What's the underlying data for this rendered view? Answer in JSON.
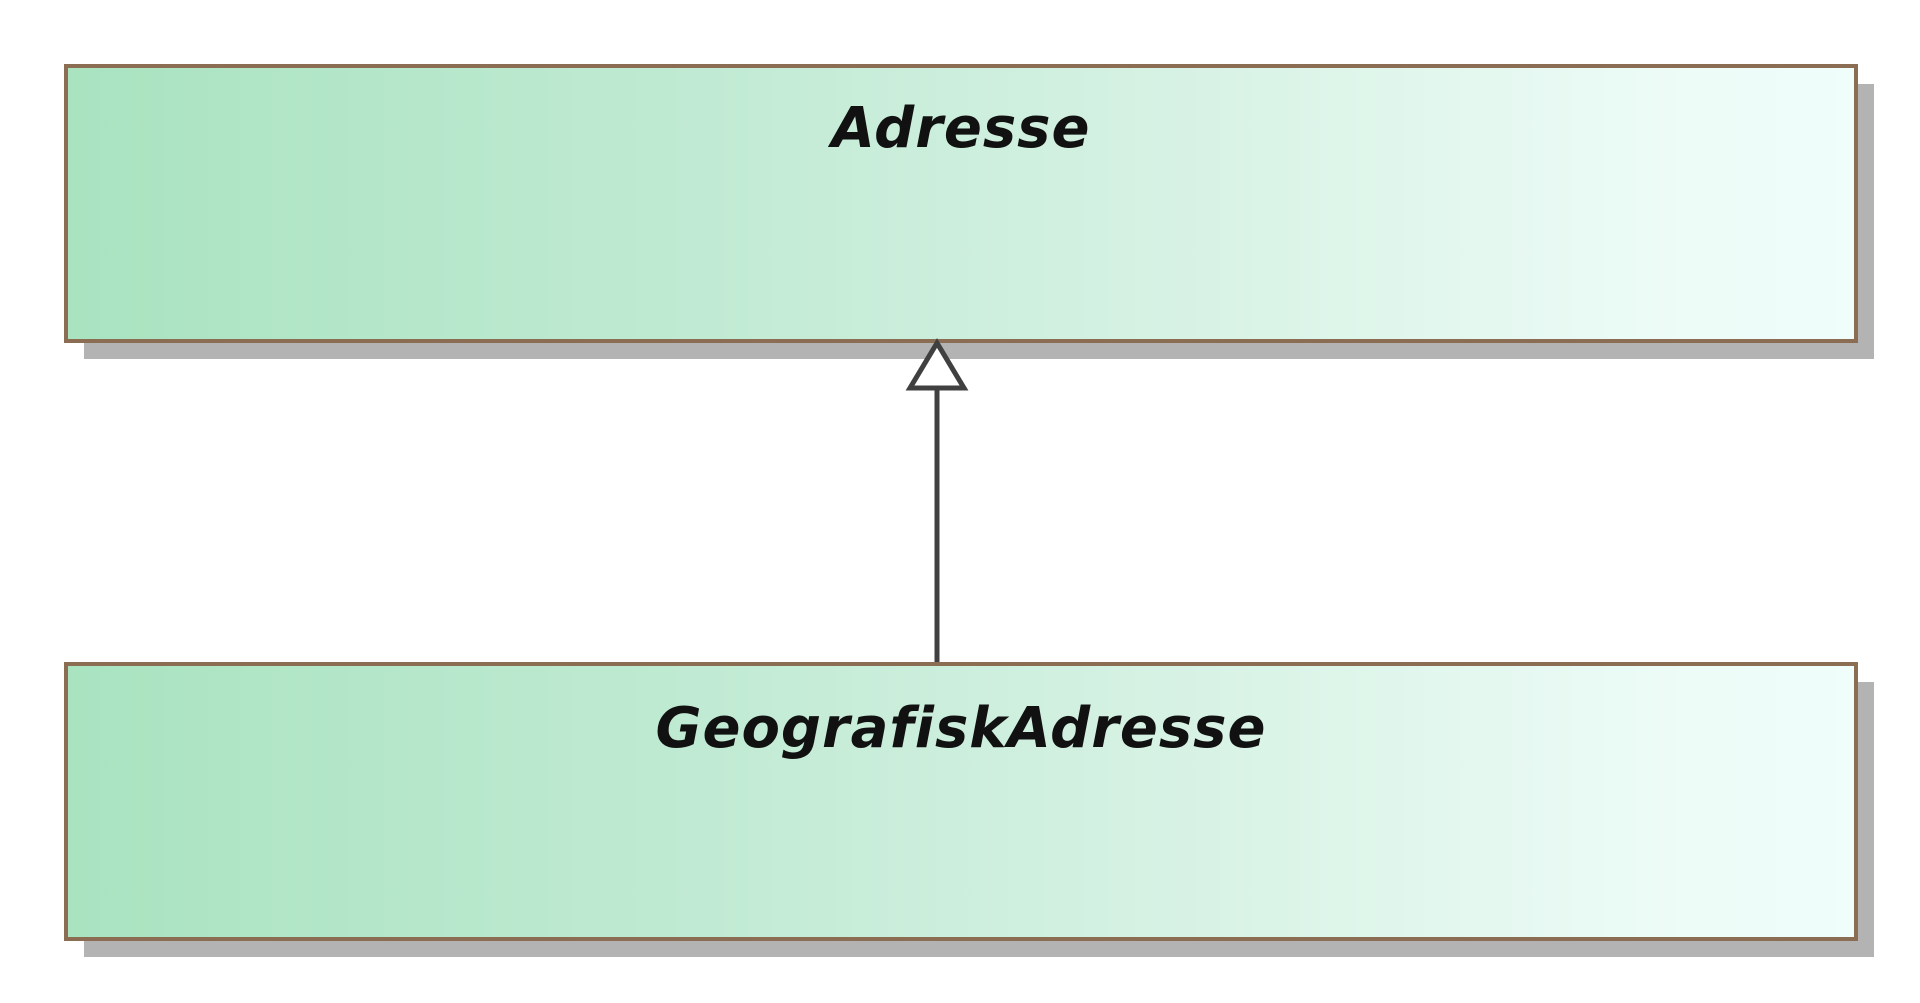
{
  "diagram": {
    "classes": [
      {
        "id": "adresse",
        "name": "Adresse",
        "abstract": true
      },
      {
        "id": "geografisk-adresse",
        "name": "GeografiskAdresse",
        "abstract": true
      }
    ],
    "relations": [
      {
        "type": "generalization",
        "from": "geografisk-adresse",
        "to": "adresse"
      }
    ],
    "colors": {
      "fill_start": "#a9e3c0",
      "fill_end": "#effdfb",
      "border": "#8a6d52",
      "shadow": "#b3b3b3",
      "connector": "#404040"
    }
  }
}
